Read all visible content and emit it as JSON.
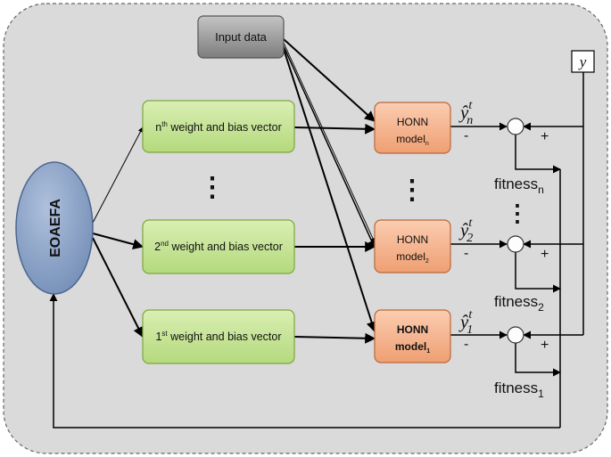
{
  "colors": {
    "frame_bg": "#dadada",
    "green_box": "#c6e394",
    "orange_box": "#f6b48f",
    "ellipse": "#8da6c9",
    "input_box": "#9a9a9a"
  },
  "input": {
    "label": "Input data"
  },
  "optimizer": {
    "label": "EOAEFA"
  },
  "target": {
    "label": "y"
  },
  "vectors": [
    {
      "sup": "th",
      "prefix": "n",
      "text": " weight and bias vector"
    },
    {
      "sup": "nd",
      "prefix": "2",
      "text": " weight and bias vector"
    },
    {
      "sup": "st",
      "prefix": "1",
      "text": " weight and bias vector"
    }
  ],
  "models": [
    {
      "line1": "HONN",
      "line2": "model",
      "sub": "n"
    },
    {
      "line1": "HONN",
      "line2": "model",
      "sub": "2"
    },
    {
      "line1": "HONN",
      "line2": "model",
      "sub": "1"
    }
  ],
  "outputs": [
    {
      "base": "ŷ",
      "sup": "t",
      "sub": "n"
    },
    {
      "base": "ŷ",
      "sup": "t",
      "sub": "2"
    },
    {
      "base": "ŷ",
      "sup": "t",
      "sub": "1"
    }
  ],
  "fitness": [
    {
      "base": "fitness",
      "sub": "n"
    },
    {
      "base": "fitness",
      "sub": "2"
    },
    {
      "base": "fitness",
      "sub": "1"
    }
  ],
  "signs": {
    "minus": "-",
    "plus": "+"
  },
  "ellipsis": "⋮"
}
